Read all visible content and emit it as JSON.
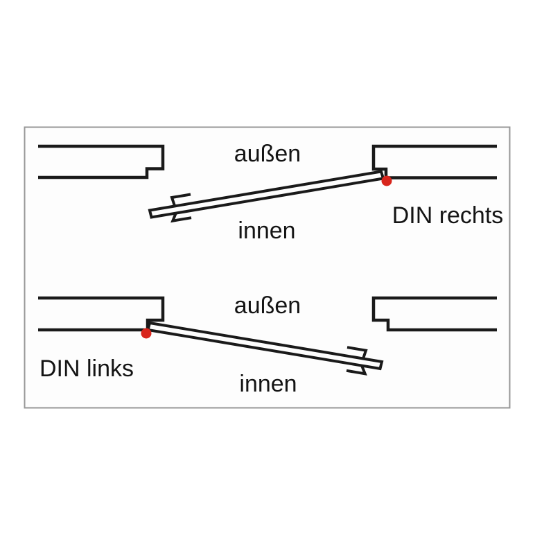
{
  "diagram": {
    "title": "door-hinge-direction-diagram",
    "labels": {
      "top_outside": "außen",
      "top_inside": "innen",
      "top_direction": "DIN rechts",
      "bottom_outside": "außen",
      "bottom_inside": "innen",
      "bottom_direction": "DIN links"
    },
    "colors": {
      "line": "#1a1a1a",
      "hinge_dot": "#d8251c",
      "frame_border": "#979797",
      "background": "#ffffff"
    }
  }
}
